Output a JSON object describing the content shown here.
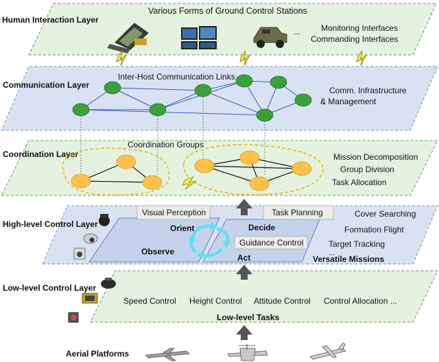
{
  "layers": {
    "human": {
      "title": "Human Interaction Layer",
      "header": "Various Forms of  Ground Control Stations",
      "ellipsis": "...",
      "right_1": "Monitoring Interfaces",
      "right_2": "Commanding Interfaces",
      "icons": [
        "ground-station-laptop",
        "multi-monitor-console",
        "military-vehicle"
      ]
    },
    "communication": {
      "title": "Communication Layer",
      "links_label": "Inter-Host Communication Links",
      "right_1": "Comm. Infrastructure",
      "right_2": "& Management",
      "node_color": "#3aa13a"
    },
    "coordination": {
      "title": "Coordination Layer",
      "groups_label": "Coordination Groups",
      "right_1": "Mission Decomposition",
      "right_2": "Group Division",
      "right_3": "Task Allocation",
      "node_color": "#ffc04a"
    },
    "high_level": {
      "title": "High-level Control Layer",
      "visual_perception": "Visual Perception",
      "task_planning": "Task Planning",
      "guidance_control": "Guidance Control",
      "orient": "Orient",
      "decide": "Decide",
      "observe": "Observe",
      "act": "Act",
      "right_1": "Cover Searching",
      "right_2": "Formation Flight",
      "right_3": "Target Tracking",
      "right_dots": "...",
      "right_4": "Versatile Missions"
    },
    "low_level": {
      "title": "Low-level Control Layer",
      "tasks": [
        "Speed Control",
        "Height Control",
        "Attitude Control",
        "Control Allocation ..."
      ],
      "footer": "Low-level Tasks"
    },
    "platforms": {
      "title": "Aerial Platforms",
      "icons": [
        "fixed-wing-uav",
        "vtol-uav",
        "small-plane-uav"
      ]
    }
  },
  "colors": {
    "green_layer": "#e6f2e0",
    "blue_layer": "#d7e1f2",
    "arrow": "#555555",
    "lightning": "#f1e64a"
  }
}
